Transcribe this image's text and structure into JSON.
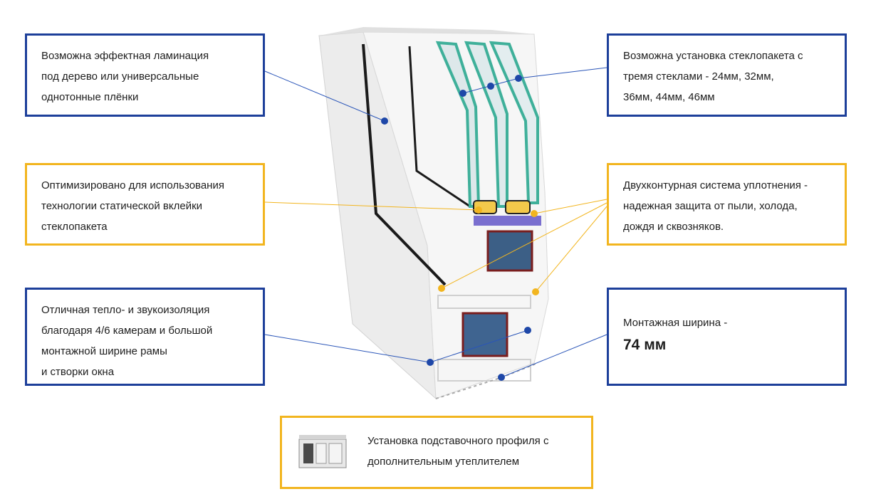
{
  "callouts": {
    "lamination": {
      "lines": [
        "Возможна эффектная ламинация",
        "под дерево или универсальные",
        "однотонные плёнки"
      ]
    },
    "glazing": {
      "lines": [
        "Возможна установка стеклопакета с",
        "тремя стеклами - 24мм, 32мм,",
        "36мм, 44мм, 46мм"
      ]
    },
    "glazing_bead": {
      "lines": [
        "Оптимизировано для использования",
        "технологии статической вклейки",
        "стеклопакета"
      ]
    },
    "seal": {
      "lines": [
        "Двухконтурная система уплотнения -",
        "надежная защита от пыли, холода,",
        "дождя и сквозняков."
      ]
    },
    "insulation": {
      "lines": [
        "Отличная тепло- и звукоизоляция",
        "благодаря 4/6 камерам и большой",
        "монтажной ширине рамы",
        "и створки окна"
      ]
    },
    "width": {
      "text": "Монтажная ширина -",
      "value": "74 мм"
    },
    "subprofile": {
      "lines": [
        "Установка подставочного профиля с",
        "дополнительным утеплителем"
      ]
    }
  },
  "colors": {
    "blue_border": "#1d3f9a",
    "yellow_border": "#f2b51f",
    "blue_dot": "#1e47a8",
    "yellow_dot": "#f2b51f",
    "glass": "#3fb09a"
  },
  "icons": {
    "subprofile": "subprofile-icon"
  }
}
